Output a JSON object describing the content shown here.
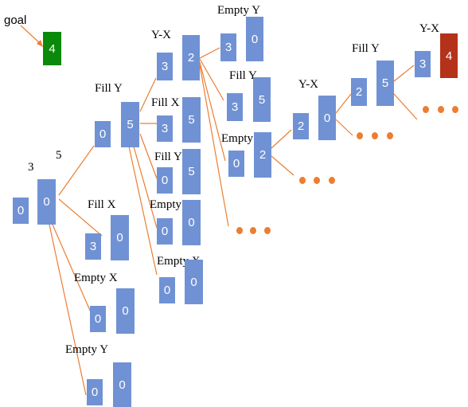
{
  "goal_text": "goal",
  "goal_value": "4",
  "root": {
    "capacity_x": "3",
    "capacity_y": "5",
    "x": "0",
    "y": "0"
  },
  "labels": {
    "fill_y_1": "Fill Y",
    "fill_x_1": "Fill X",
    "empty_x_1": "Empty X",
    "empty_y_1": "Empty Y",
    "y_minus_x_1": "Y-X",
    "fill_x_2": "Fill X",
    "fill_y_2": "Fill Y",
    "empty_y_2": "Empty Y",
    "empty_x_2": "Empty X",
    "empty_y_3": "Empty Y",
    "fill_y_3": "Fill Y",
    "empty_x_3": "Empty X",
    "y_minus_x_2": "Y-X",
    "fill_y_4": "Fill Y",
    "y_minus_x_3": "Y-X"
  },
  "states": {
    "fill_y": {
      "x": "0",
      "y": "5"
    },
    "fill_x": {
      "x": "3",
      "y": "0"
    },
    "empty_x": {
      "x": "0",
      "y": "0"
    },
    "empty_y": {
      "x": "0",
      "y": "0"
    },
    "y_minus_x": {
      "x": "3",
      "y": "2"
    },
    "fy_fill_x": {
      "x": "3",
      "y": "5"
    },
    "fy_fill_y": {
      "x": "0",
      "y": "5"
    },
    "fy_empty_y": {
      "x": "0",
      "y": "0"
    },
    "fy_empty_x": {
      "x": "0",
      "y": "0"
    },
    "yx_empty_y": {
      "x": "3",
      "y": "0"
    },
    "yx_fill_y": {
      "x": "3",
      "y": "5"
    },
    "yx_empty_x": {
      "x": "0",
      "y": "2"
    },
    "yx2": {
      "x": "2",
      "y": "0"
    },
    "fill_y_4": {
      "x": "2",
      "y": "5"
    },
    "final": {
      "x": "3",
      "y": "4"
    }
  },
  "colors": {
    "node": "#7092d4",
    "edge": "#ed7d31",
    "goal": "#0a8a0a",
    "final": "#b5321a",
    "arrow": "#ed7d31"
  }
}
